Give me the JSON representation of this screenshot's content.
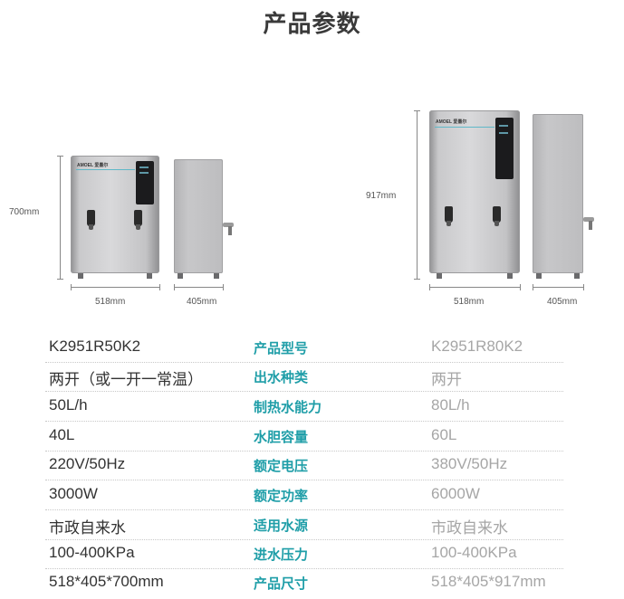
{
  "title": "产品参数",
  "dimensions": {
    "small": {
      "height": "700mm",
      "width": "518mm",
      "depth": "405mm"
    },
    "large": {
      "height": "917mm",
      "width": "518mm",
      "depth": "405mm"
    }
  },
  "brand_text": "AMOEL 爱墨尔",
  "specs": [
    {
      "label": "产品型号",
      "left": "K2951R50K2",
      "right": "K2951R80K2"
    },
    {
      "label": "出水种类",
      "left": "两开（或一开一常温）",
      "right": "两开"
    },
    {
      "label": "制热水能力",
      "left": "50L/h",
      "right": "80L/h"
    },
    {
      "label": "水胆容量",
      "left": "40L",
      "right": "60L"
    },
    {
      "label": "额定电压",
      "left": "220V/50Hz",
      "right": "380V/50Hz"
    },
    {
      "label": "额定功率",
      "left": "3000W",
      "right": "6000W"
    },
    {
      "label": "适用水源",
      "left": "市政自来水",
      "right": "市政自来水"
    },
    {
      "label": "进水压力",
      "left": "100-400KPa",
      "right": "100-400KPa"
    },
    {
      "label": "产品尺寸",
      "left": "518*405*700mm",
      "right": "518*405*917mm"
    }
  ],
  "colors": {
    "label": "#1f9ea8",
    "left_text": "#333333",
    "right_text": "#a6a6a6"
  }
}
